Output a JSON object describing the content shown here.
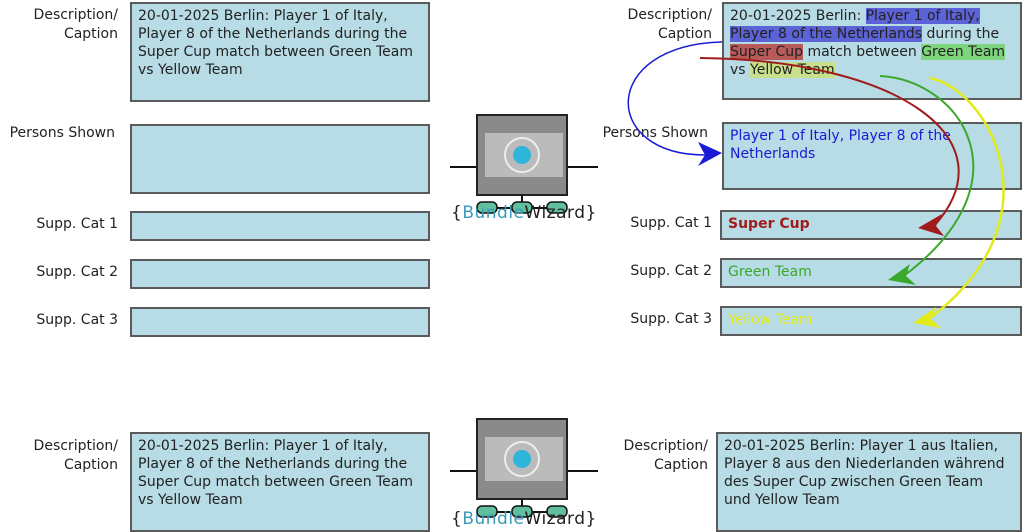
{
  "labels": {
    "description": "Description/\nCaption",
    "persons": "Persons Shown",
    "cat1": "Supp. Cat 1",
    "cat2": "Supp. Cat 2",
    "cat3": "Supp. Cat 3"
  },
  "left": {
    "description": "20-01-2025 Berlin: Player 1 of Italy, Player 8 of the Netherlands during the Super Cup match between Green Team vs Yellow Team",
    "persons": "",
    "cat1": "",
    "cat2": "",
    "cat3": ""
  },
  "right": {
    "desc_parts": [
      "20-01-2025 Berlin: ",
      "Player 1 of Italy, Player 8 of the Netherlands",
      " during the ",
      "Super Cup",
      " match between ",
      "Green Team",
      " vs ",
      "Yellow Team"
    ],
    "persons": "Player 1 of Italy, Player 8 of the Netherlands",
    "cat1": "Super Cup",
    "cat2": "Green Team",
    "cat3": "Yellow Team"
  },
  "bottom": {
    "source": "20-01-2025 Berlin: Player 1 of Italy, Player 8 of the Netherlands during the Super Cup match between Green Team vs Yellow Team",
    "translated": "20-01-2025 Berlin: Player 1 aus Italien, Player 8 aus den Niederlanden während des Super Cup zwischen Green Team und Yellow Team"
  },
  "logo": {
    "brace_open": "{",
    "bundle": "Bundle",
    "wizard": "Wizard",
    "brace_close": "}"
  },
  "colors": {
    "box": "#b7dce5",
    "persons": "#1a1ad6",
    "cat1": "#a01c1c",
    "cat2": "#3aa82a",
    "cat3": "#e2ea1a"
  }
}
